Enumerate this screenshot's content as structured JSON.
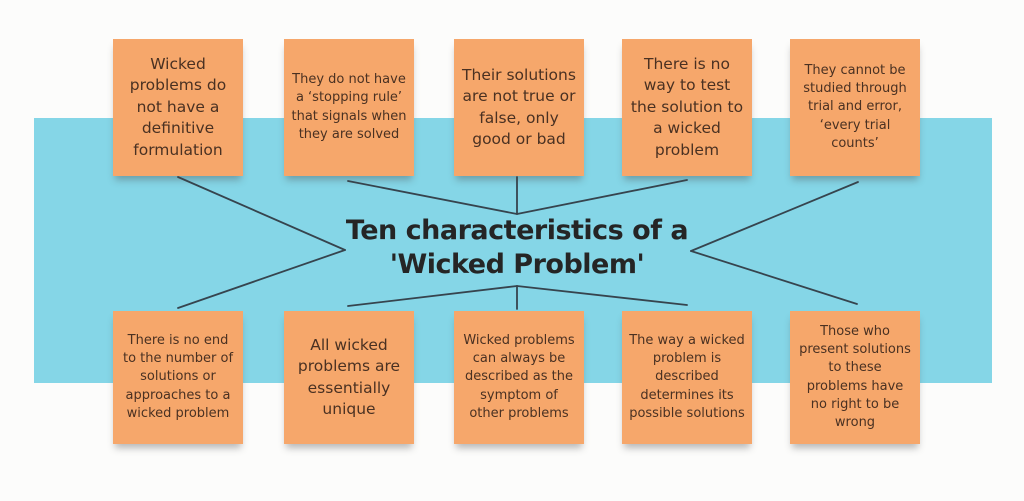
{
  "title": {
    "line1": "Ten characteristics of a",
    "line2": "'Wicked Problem'"
  },
  "colors": {
    "banner_blue": "#85D6E7",
    "note_orange": "#F6A76B",
    "note_text_brown": "#4A3122",
    "title_text": "#252525",
    "connector_line": "#36444E",
    "background": "#FCFCFB"
  },
  "notes": {
    "top": [
      {
        "text": "Wicked problems do not have a definitive formulation"
      },
      {
        "text": "They do not have a ‘stopping rule’ that signals when they are solved"
      },
      {
        "text": "Their solutions are not true or false, only good or bad"
      },
      {
        "text": "There is no way to test the solution to a wicked problem"
      },
      {
        "text": "They cannot be studied through trial and error, ‘every trial counts’"
      }
    ],
    "bottom": [
      {
        "text": "There is no end to the number of solutions or approaches to a wicked problem"
      },
      {
        "text": "All wicked problems are essentially unique"
      },
      {
        "text": "Wicked problems can always be described as the symptom of other problems"
      },
      {
        "text": "The way a wicked problem is described determines its possible solutions"
      },
      {
        "text": "Those who present solutions to these problems have no right to be wrong"
      }
    ]
  }
}
